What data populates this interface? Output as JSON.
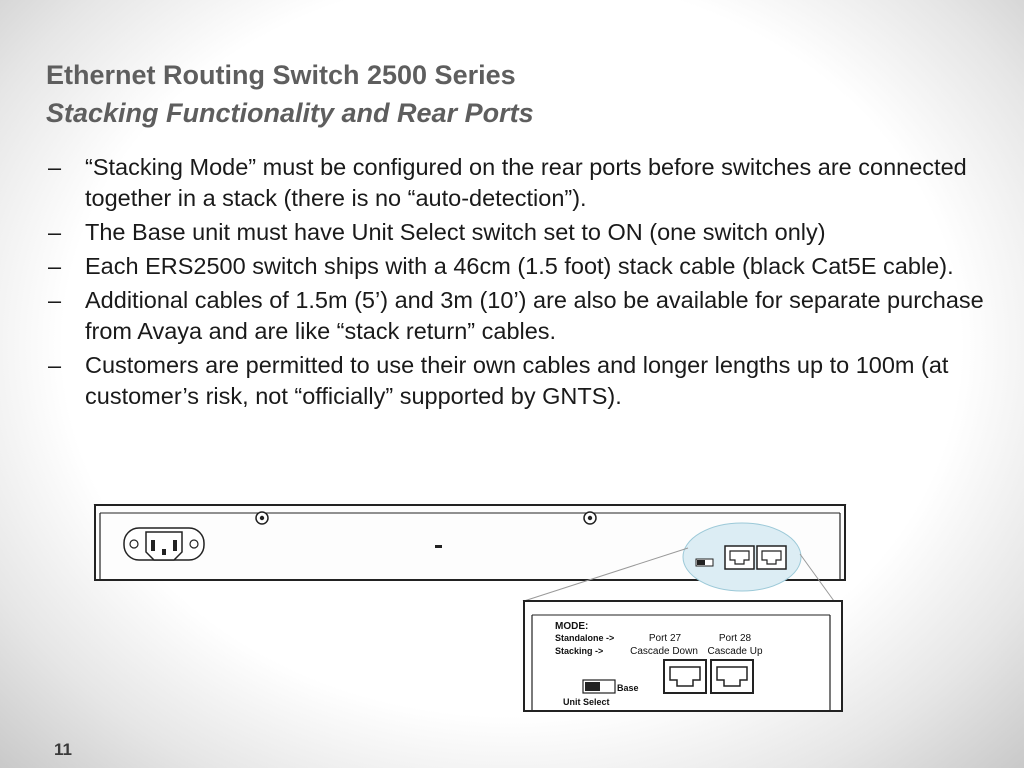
{
  "slide": {
    "title": "Ethernet Routing Switch 2500 Series",
    "subtitle": "Stacking Functionality and Rear Ports",
    "bullet_marker": "–",
    "bullets": [
      "“Stacking Mode” must be configured on the rear ports before switches are connected together in a stack (there is no “auto-detection”).",
      "The Base unit must have Unit Select switch set to ON (one switch only)",
      "Each ERS2500 switch ships with a 46cm (1.5 foot) stack cable (black Cat5E cable).",
      "Additional cables of 1.5m (5’) and 3m (10’) are also be available for separate purchase from Avaya and are like “stack return” cables.",
      "Customers are permitted to use their own cables and longer lengths up to 100m (at customer’s risk, not “officially” supported by GNTS)."
    ],
    "page_number": "11"
  },
  "diagram": {
    "mode_label": "MODE:",
    "standalone_label": "Standalone ->",
    "stacking_label": "Stacking ->",
    "port27_label": "Port 27",
    "port28_label": "Port 28",
    "port27_desc": "Cascade Down",
    "port28_desc": "Cascade Up",
    "base_label": "Base",
    "unit_select_label": "Unit Select"
  }
}
